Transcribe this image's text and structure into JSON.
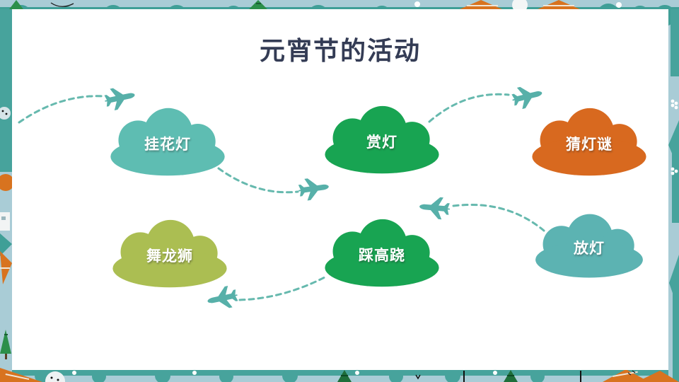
{
  "slide": {
    "title": "元宵节的活动",
    "clouds": [
      {
        "label": "挂花灯",
        "color": "#5ebdb2"
      },
      {
        "label": "赏灯",
        "color": "#18a452"
      },
      {
        "label": "猜灯谜",
        "color": "#d8691f"
      },
      {
        "label": "舞龙狮",
        "color": "#abbe52"
      },
      {
        "label": "踩高跷",
        "color": "#18a452"
      },
      {
        "label": "放灯",
        "color": "#5cb3b2"
      }
    ],
    "colors": {
      "title": "#343c55",
      "label_text": "#ffffff",
      "dash": "#66b9ae",
      "plane": "#57b0a9",
      "border_base": "#a9ccd6",
      "border_teal": "#47a39c",
      "accent_orange": "#d8731f",
      "tree_green": "#2c8f4a",
      "slide_background": "#ffffff"
    }
  }
}
